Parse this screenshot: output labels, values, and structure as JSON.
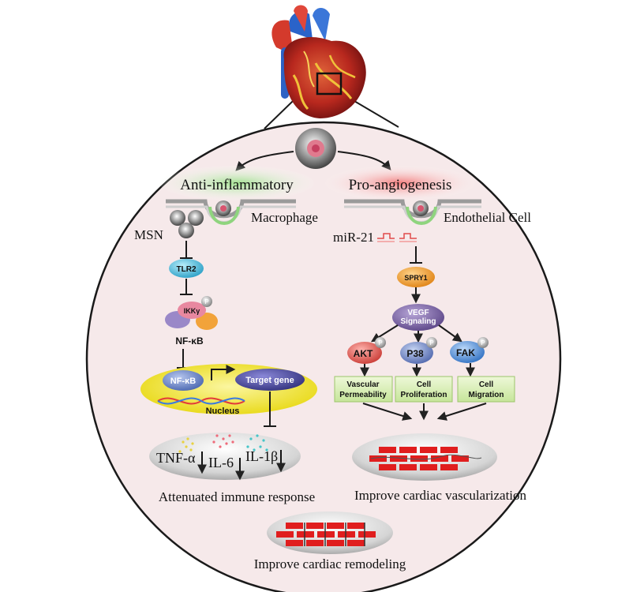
{
  "labels": {
    "anti_inflammatory": "Anti-inflammatory",
    "pro_angiogenesis": "Pro-angiogenesis",
    "macrophage": "Macrophage",
    "endothelial_cell": "Endothelial Cell",
    "msn": "MSN",
    "mir21": "miR-21",
    "tlr2": "TLR2",
    "ikk": "IKKγ",
    "p": "P",
    "nfkb_label": "NF-κB",
    "nfkb_node": "NF-κB",
    "target_gene": "Target gene",
    "nucleus": "Nucleus",
    "tnf": "TNF-α",
    "il6": "IL-6",
    "il1b": "IL-1β",
    "attenuated": "Attenuated immune response",
    "spry1": "SPRY1",
    "vegf_line1": "VEGF",
    "vegf_line2": "Signaling",
    "akt": "AKT",
    "p38": "P38",
    "fak": "FAK",
    "vascular_line1": "Vascular",
    "vascular_line2": "Permeability",
    "cell_prolif_line1": "Cell",
    "cell_prolif_line2": "Proliferation",
    "cell_migr_line1": "Cell",
    "cell_migr_line2": "Migration",
    "improve_vasc": "Improve cardiac vascularization",
    "improve_remodel": "Improve cardiac remodeling"
  },
  "colors": {
    "circle_fill": "#f6e9ea",
    "green_glow": "#a8e29a",
    "red_glow": "#f28b8b",
    "tlr2": "#59c3e0",
    "spry1": "#f2a33a",
    "vegf": "#7f66a8",
    "akt": "#e2605a",
    "p38": "#7088c4",
    "fak": "#4f8fd8",
    "nucleus": "#f3ea2c",
    "nfkb": "#6d88c8",
    "target_gene": "#4e4da0",
    "result_box": "#d8efb0"
  }
}
